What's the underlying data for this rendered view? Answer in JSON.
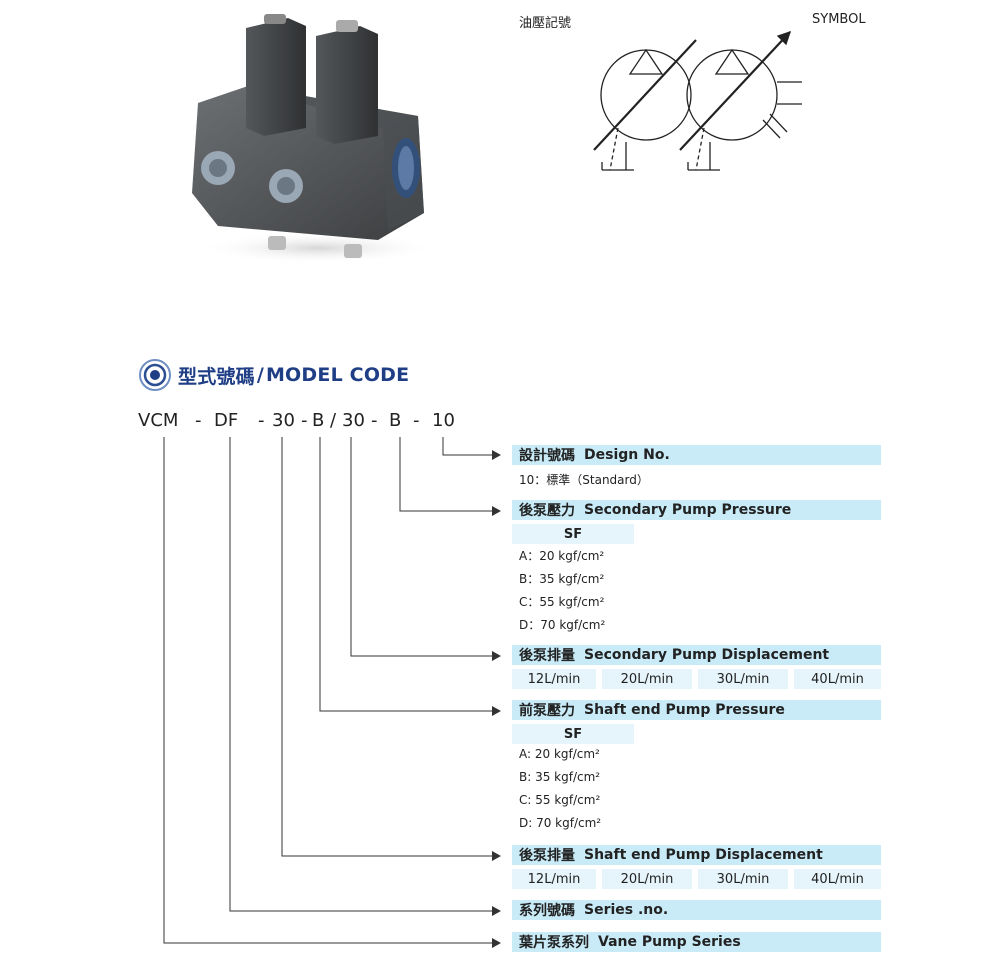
{
  "symbol": {
    "left_label": "油壓記號",
    "right_label": "SYMBOL"
  },
  "heading": {
    "zh": "型式號碼",
    "slash": "/",
    "en": "MODEL CODE"
  },
  "model_code": {
    "parts": [
      "VCM",
      "-",
      "DF",
      "-",
      "30",
      "-",
      "B",
      "/",
      "30",
      "-",
      "B",
      "-",
      "10"
    ]
  },
  "rows": {
    "design_no": {
      "zh": "設計號碼",
      "en": "Design No.",
      "detail": "10：標準（Standard）"
    },
    "secondary_pressure": {
      "zh": "後泵壓力",
      "en": "Secondary Pump Pressure",
      "sf": "SF",
      "options": [
        "A：20 kgf/cm²",
        "B：35 kgf/cm²",
        "C：55 kgf/cm²",
        "D：70 kgf/cm²"
      ]
    },
    "secondary_displacement": {
      "zh": "後泵排量",
      "en": "Secondary Pump Displacement",
      "options": [
        "12L/min",
        "20L/min",
        "30L/min",
        "40L/min"
      ]
    },
    "shaft_pressure": {
      "zh": "前泵壓力",
      "en": "Shaft end Pump Pressure",
      "sf": "SF",
      "options": [
        "A: 20 kgf/cm²",
        "B: 35 kgf/cm²",
        "C: 55 kgf/cm²",
        "D: 70 kgf/cm²"
      ]
    },
    "shaft_displacement": {
      "zh": "後泵排量",
      "en": "Shaft end Pump Displacement",
      "options": [
        "12L/min",
        "20L/min",
        "30L/min",
        "40L/min"
      ]
    },
    "series_no": {
      "zh": "系列號碼",
      "en": "Series .no."
    },
    "vane_series": {
      "zh": "葉片泵系列",
      "en": "Vane Pump Series"
    }
  },
  "colors": {
    "accent": "#1f3e86",
    "bar": "#c8ebf7",
    "cell": "#e6f5fb",
    "line": "#333333"
  },
  "icons": {
    "heading": "concentric-rings-icon",
    "arrow": "triangle-arrow-icon"
  }
}
